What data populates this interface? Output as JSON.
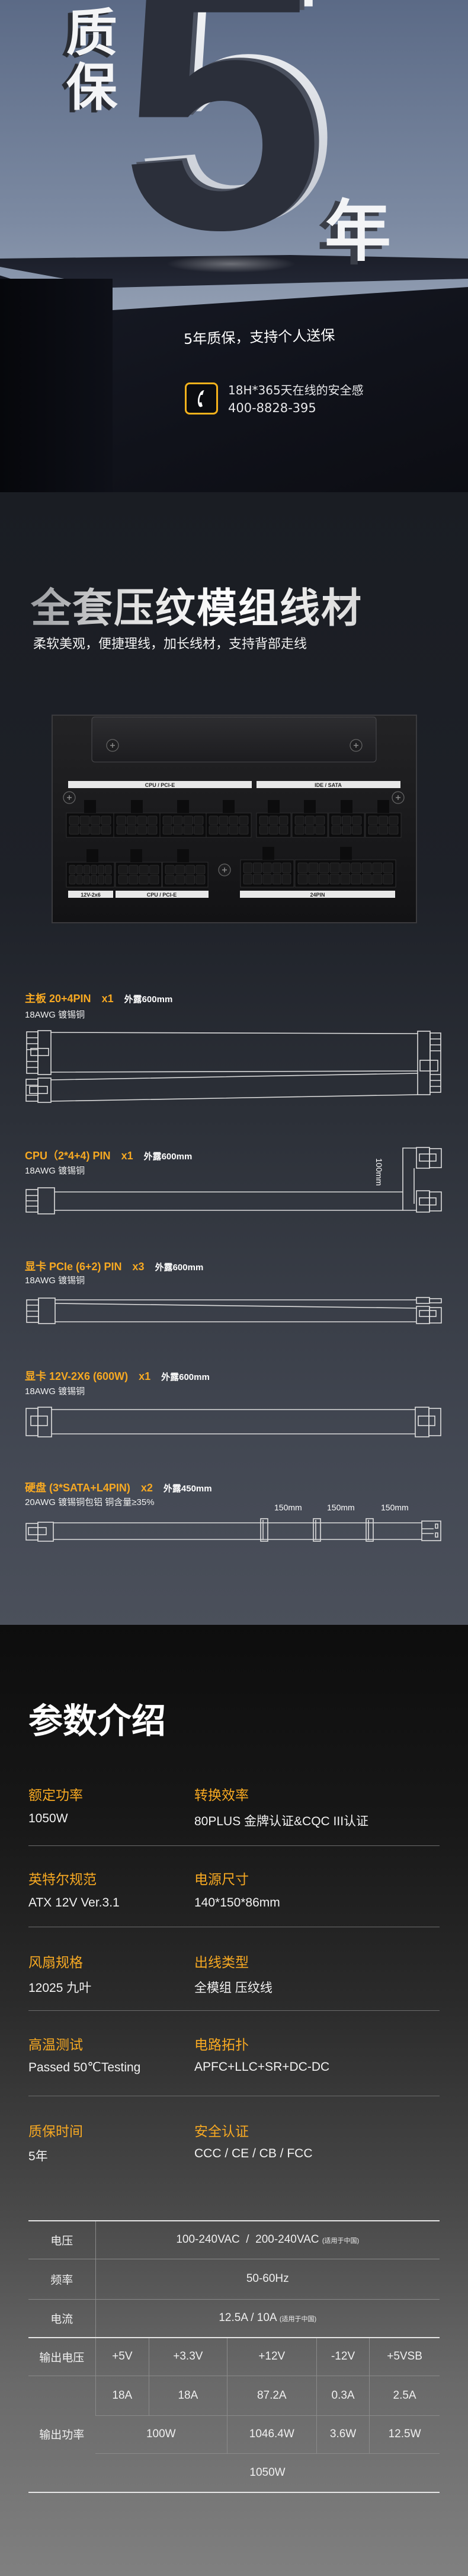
{
  "warranty": {
    "big_text": [
      "质",
      "保"
    ],
    "big_number": "5",
    "big_unit": "年",
    "tagline": "5年质保，支持个人送保",
    "service_hours": "18H*365天在线的安全感",
    "hotline": "400-8828-395",
    "icon": "phone-icon",
    "accent_color": "#f5b21c"
  },
  "cables": {
    "title": "全套压纹模组线材",
    "subtitle": "柔软美观，便捷理线，加长线材，支持背部走线",
    "psu_labels": {
      "top_left": "CPU / PCI-E",
      "top_right": "IDE / SATA",
      "bottom_12v": "12V-2x6",
      "bottom_cpu": "CPU / PCI-E",
      "bottom_24pin": "24PIN"
    },
    "items": [
      {
        "name": "主板 20+4PIN",
        "qty": "x1",
        "exposed": "外露600mm",
        "spec": "18AWG 镀锡铜"
      },
      {
        "name": "CPU（2*4+4) PIN",
        "qty": "x1",
        "exposed": "外露600mm",
        "spec": "18AWG 镀锡铜",
        "branch": "100mm"
      },
      {
        "name": "显卡 PCIe (6+2) PIN",
        "qty": "x3",
        "exposed": "外露600mm",
        "spec": "18AWG 镀锡铜"
      },
      {
        "name": "显卡 12V-2X6 (600W)",
        "qty": "x1",
        "exposed": "外露600mm",
        "spec": "18AWG 镀锡铜"
      },
      {
        "name": "硬盘 (3*SATA+L4PIN)",
        "qty": "x2",
        "exposed": "外露450mm",
        "spec": "20AWG 镀锡铜包铝  铜含量≥35%",
        "segments": [
          "150mm",
          "150mm",
          "150mm"
        ]
      }
    ],
    "accent_color": "#f7a922"
  },
  "params": {
    "title": "参数介绍",
    "rows": [
      [
        {
          "label": "额定功率",
          "value": "1050W"
        },
        {
          "label": "转换效率",
          "value": "80PLUS 金牌认证&CQC III认证"
        }
      ],
      [
        {
          "label": "英特尔规范",
          "value": "ATX 12V Ver.3.1"
        },
        {
          "label": "电源尺寸",
          "value": "140*150*86mm"
        }
      ],
      [
        {
          "label": "风扇规格",
          "value": "12025 九叶"
        },
        {
          "label": "出线类型",
          "value": "全模组 压纹线"
        }
      ],
      [
        {
          "label": "高温测试",
          "value": "Passed 50℃Testing"
        },
        {
          "label": "电路拓扑",
          "value": "APFC+LLC+SR+DC-DC"
        }
      ],
      [
        {
          "label": "质保时间",
          "value": "5年"
        },
        {
          "label": "安全认证",
          "value": "CCC / CE / CB / FCC"
        }
      ]
    ],
    "table": {
      "voltage_label": "电压",
      "voltage_value": "100-240VAC  /  200-240VAC",
      "voltage_note": "(适用于中国)",
      "frequency_label": "频率",
      "frequency_value": "50-60Hz",
      "current_label": "电流",
      "current_value": "12.5A / 10A",
      "current_note": "(适用于中国)",
      "output_voltage_label": "输出电压",
      "rails": [
        "+5V",
        "+3.3V",
        "+12V",
        "-12V",
        "+5VSB"
      ],
      "output_power_label": "输出功率",
      "rail_currents": [
        "18A",
        "18A",
        "87.2A",
        "0.3A",
        "2.5A"
      ],
      "rail_powers": [
        "100W",
        "1046.4W",
        "3.6W",
        "12.5W"
      ],
      "total_power": "1050W"
    }
  }
}
